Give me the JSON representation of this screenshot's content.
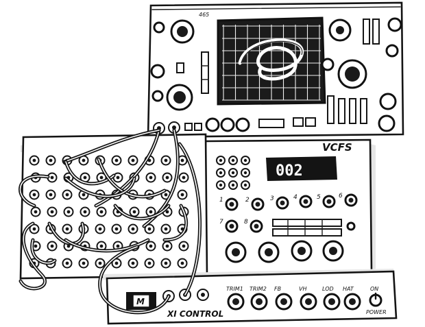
{
  "oscilloscope": {
    "model_label": "465"
  },
  "vcs_module": {
    "name_label": "VCFS",
    "display_value": "002",
    "knob_numbers": [
      "1",
      "2",
      "3",
      "4",
      "5",
      "6",
      "7",
      "8"
    ]
  },
  "control_unit": {
    "title_label": "XI CONTROL",
    "module_badge": "M",
    "knob_labels": [
      "TRIM1",
      "TRIM2",
      "FB",
      "VH",
      "LOD",
      "HAT"
    ],
    "switch_label": "ON",
    "power_label": "POWER"
  },
  "colors": {
    "ink": "#141414",
    "paper": "#ffffff",
    "shade": "#e6e6e6"
  }
}
